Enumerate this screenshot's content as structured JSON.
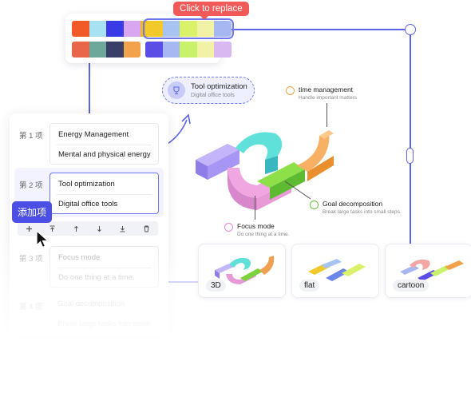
{
  "palette": {
    "tooltip": "Click to replace",
    "rows": [
      [
        "#f25a2a",
        "#a8e2f2",
        "#3a3ae6",
        "#d9a6f2",
        "#f2b81a"
      ],
      [
        "#f2c92a",
        "#a6c3f2",
        "#d9f26a",
        "#f2f2a6",
        "#a6b8f2"
      ],
      [
        "#e8674a",
        "#6ea89a",
        "#3a3f6a",
        "#f2a24a"
      ],
      [
        "#5b4ee6",
        "#a6b8f2",
        "#c9f26a",
        "#f2f2a6",
        "#d9b8f2"
      ]
    ]
  },
  "chip": {
    "title": "Tool optimization",
    "subtitle": "Digital office tools"
  },
  "labels": {
    "time_management": {
      "title": "time management",
      "subtitle": "Handle important matters"
    },
    "goal_decomposition": {
      "title": "Goal decomposition",
      "subtitle": "Break large tasks into small steps."
    },
    "focus_mode": {
      "title": "Focus mode",
      "subtitle": "Do one thing at a time."
    }
  },
  "editor": {
    "items": [
      {
        "num": "第 1 项",
        "title": "Energy Management",
        "desc": "Mental and physical energy"
      },
      {
        "num": "第 2 项",
        "title": "Tool optimization",
        "desc": "Digital office tools"
      },
      {
        "num": "第 3 项",
        "title": "Focus mode",
        "desc": "Do one thing at a time."
      },
      {
        "num": "第 4 项",
        "title": "Goal decomposition",
        "desc": "Break large tasks into small"
      }
    ],
    "add_tooltip": "添加项"
  },
  "styles": {
    "s3d": "3D",
    "flat": "flat",
    "cartoon": "cartoon"
  },
  "colors": {
    "accent": "#5b63e6",
    "tooltip_red": "#f25a5a"
  }
}
